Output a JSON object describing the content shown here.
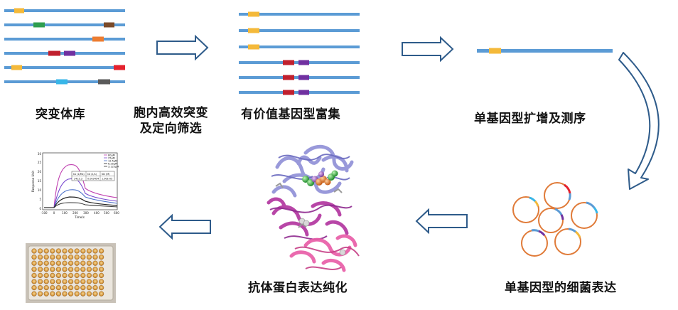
{
  "steps": {
    "library": "突变体库",
    "mutation_line1": "胞内高效突变",
    "mutation_line2": "及定向筛选",
    "enrich": "有价值基因型富集",
    "amplify": "单基因型扩增及测序",
    "express": "单基因型的细菌表达",
    "purify": "抗体蛋白表达纯化"
  },
  "spr_plot": {
    "legend": [
      "80μM",
      "25μM",
      "12.5μM",
      "6.25μM",
      "3.125μM"
    ],
    "table_headers": [
      "ka (1/Ms)",
      "kd (1/s)",
      "KD (M)"
    ],
    "table_values": [
      "2415.3",
      "0.003454",
      "1.00E-05"
    ],
    "xlabel": "Time/s",
    "ylabel": "Response Unit",
    "x_ticks": [
      "-100",
      "0",
      "100",
      "200",
      "300",
      "400",
      "500",
      "600"
    ],
    "y_ticks": [
      "0",
      "5",
      "10",
      "15",
      "20",
      "25",
      "30"
    ]
  },
  "colors": {
    "strand": "#5b9bd5",
    "arrow_outline": "#2e5b8a",
    "yellow": "#f4b93a",
    "red": "#c0202e",
    "purple": "#7030a0",
    "green": "#2f9e4f",
    "orange": "#ed7d31",
    "plasmid": "#e07b39"
  }
}
